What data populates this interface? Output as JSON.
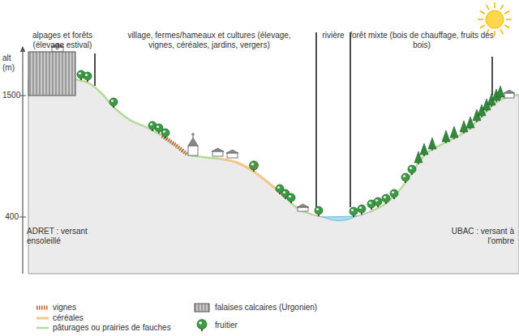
{
  "diagram": {
    "labels": [
      "alpages et forêts (élevage estival)",
      "village, fermes/hameaux et cultures (élevage, vignes, céréales, jardins, vergers)",
      "rivière",
      "forêt mixte (bois de chauffage, fruits des bois)",
      "alt (m)",
      "1500",
      "400",
      "ADRET : versant ensoleillé",
      "UBAC : versant à l'ombre"
    ],
    "legend": [
      {
        "text": "vignes"
      },
      {
        "text": "céréales"
      },
      {
        "text": "pâturages ou prairies de fauches"
      },
      {
        "text": "falaises calcaires (Urgonien)"
      },
      {
        "text": "fruitier"
      }
    ]
  }
}
